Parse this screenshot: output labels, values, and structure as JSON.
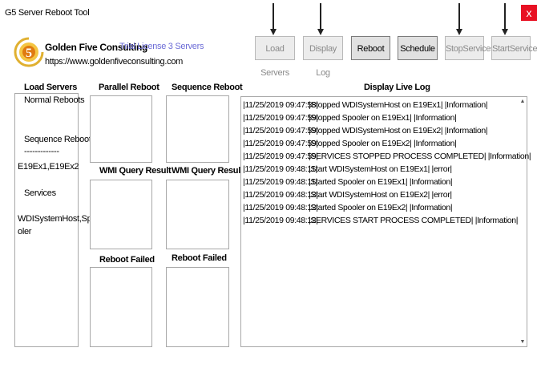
{
  "window": {
    "title": "G5 Server Reboot Tool",
    "close_label": "x"
  },
  "brand": {
    "company": "Golden Five Consulting",
    "license": "Trial License 3 Servers",
    "url": "https://www.goldenfiveconsulting.com",
    "logo_icon": "golden-five-logo"
  },
  "toolbar": [
    {
      "label": "Load Servers",
      "active": false
    },
    {
      "label": "Display Log",
      "active": false
    },
    {
      "label": "Reboot",
      "active": true
    },
    {
      "label": "Schedule",
      "active": true
    },
    {
      "label": "StopServices",
      "active": false
    },
    {
      "label": "StartServices",
      "active": false
    }
  ],
  "load_servers": {
    "header": "Load Servers",
    "normal": "Normal Reboots",
    "sequence": "Sequence Reboots",
    "separator": "-------------",
    "servers": "E19Ex1,E19Ex2",
    "services_label": "Services",
    "services_line1": "WDISystemHost,Spo",
    "services_line2": "oler"
  },
  "panels": {
    "parallel": "Parallel Reboot",
    "sequence": "Sequence Reboot",
    "wmi1": "WMI Query Result",
    "wmi2": "WMI Query Result",
    "failed1": "Reboot Failed",
    "failed2": "Reboot Failed"
  },
  "log": {
    "header": "Display Live Log",
    "lines": [
      {
        "ts": "|11/25/2019 09:47:58|",
        "msg": "|Stopped WDISystemHost on E19Ex1|  |Information|"
      },
      {
        "ts": "|11/25/2019 09:47:59|",
        "msg": "|Stopped Spooler on E19Ex1|  |Information|"
      },
      {
        "ts": "|11/25/2019 09:47:59|",
        "msg": "|Stopped WDISystemHost on E19Ex2|  |Information|"
      },
      {
        "ts": "|11/25/2019 09:47:59|",
        "msg": "|Stopped Spooler on E19Ex2|  |Information|"
      },
      {
        "ts": "|11/25/2019 09:47:59|",
        "msg": "|SERVICES STOPPED PROCESS COMPLETED|  |Information|"
      },
      {
        "ts": "|11/25/2019 09:48:11|",
        "msg": "|Start WDISystemHost on E19Ex1|  |error|"
      },
      {
        "ts": "|11/25/2019 09:48:11|",
        "msg": "|Started Spooler on E19Ex1|  |Information|"
      },
      {
        "ts": "|11/25/2019 09:48:12|",
        "msg": "|Start WDISystemHost on E19Ex2|  |error|"
      },
      {
        "ts": "|11/25/2019 09:48:12|",
        "msg": "|Started Spooler on E19Ex2|  |Information|"
      },
      {
        "ts": "|11/25/2019 09:48:12|",
        "msg": "|SERVICES START PROCESS COMPLETED|  |Information|"
      }
    ]
  }
}
